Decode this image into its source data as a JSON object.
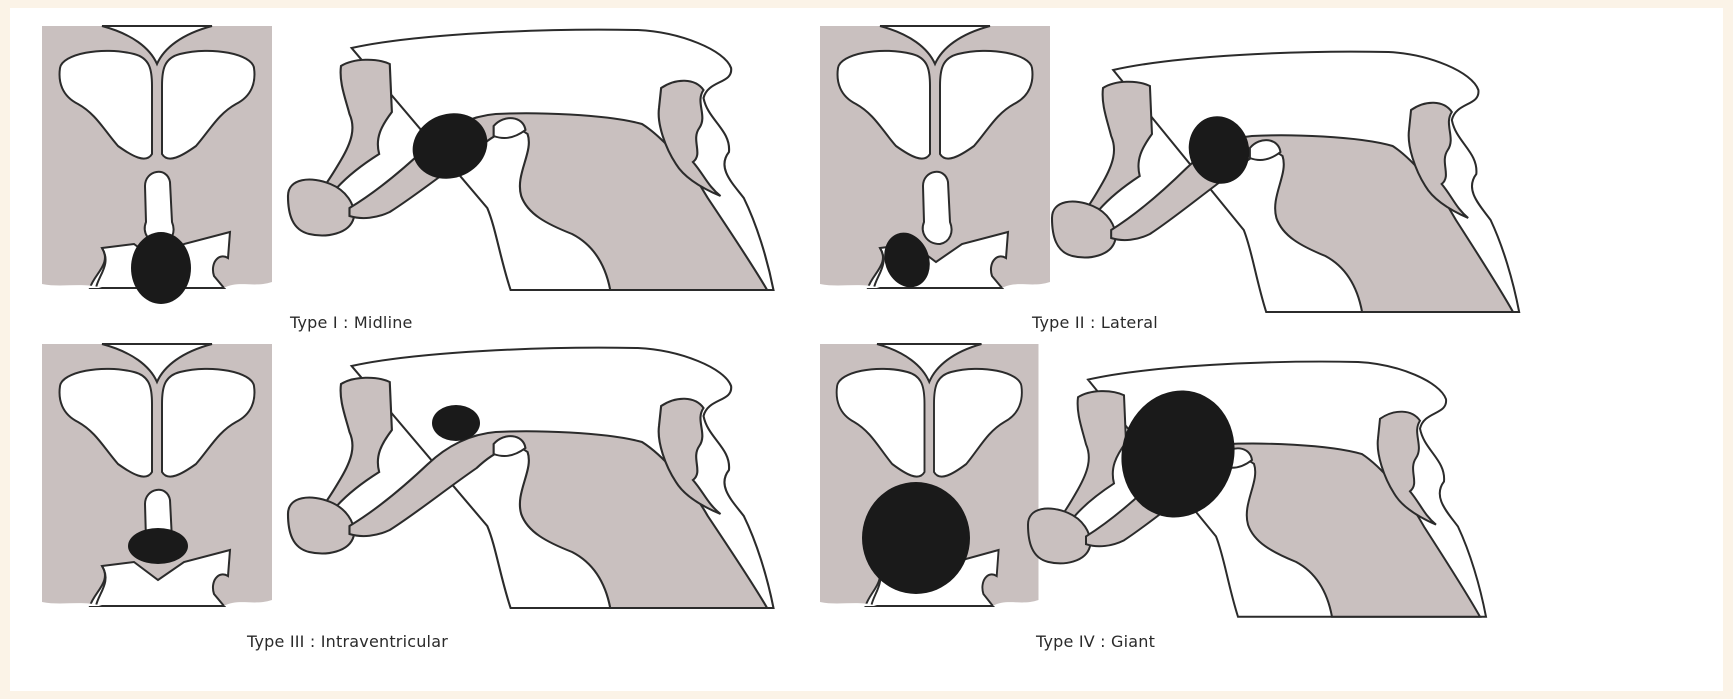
{
  "figure": {
    "panels": [
      {
        "id": "type-1",
        "caption": "Type  I : Midline"
      },
      {
        "id": "type-2",
        "caption": "Type  II : Lateral"
      },
      {
        "id": "type-3",
        "caption": "Type  III : Intraventricular"
      },
      {
        "id": "type-4",
        "caption": "Type  IV : Giant"
      }
    ]
  },
  "colors": {
    "tissue": "#c9c0bf",
    "outline": "#2b2b2b",
    "mass": "#1a1a1a",
    "background": "#ffffff",
    "frame": "#fbf3e7"
  }
}
